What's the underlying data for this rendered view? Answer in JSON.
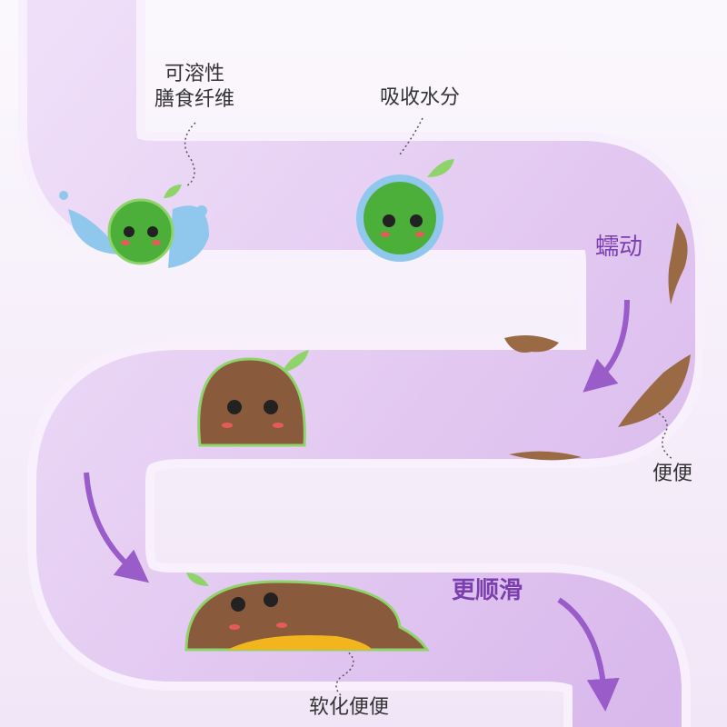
{
  "labels": {
    "soluble_fiber_line1": "可溶性",
    "soluble_fiber_line2": "膳食纤维",
    "absorb_water": "吸收水分",
    "peristalsis": "蠕动",
    "stool": "便便",
    "smoother": "更顺滑",
    "soften_stool": "软化便便"
  },
  "colors": {
    "tube": "#e6cdf2",
    "tube_edge": "#f6ecfb",
    "arrow": "#9a5cc9",
    "fiber": "#4caf3a",
    "stool": "#8a5a3c",
    "water": "#8fc8ec"
  }
}
